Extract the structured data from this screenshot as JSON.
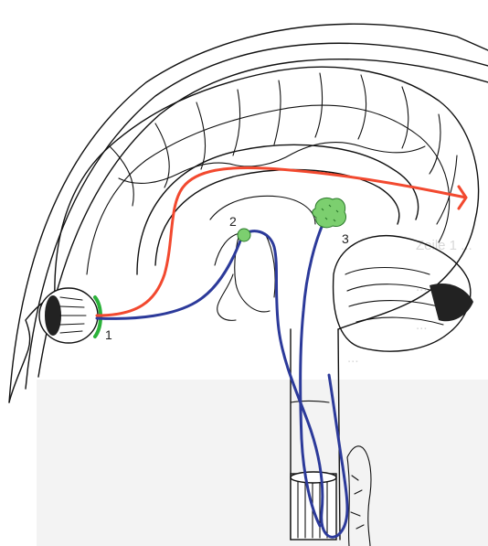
{
  "labels": {
    "one": "1",
    "two": "2",
    "three": "3"
  },
  "background_text": [
    "Zeile 1 ...",
    "...",
    "...",
    "..."
  ],
  "colors": {
    "red_pathway": "#f2492f",
    "blue_pathway": "#2c3a9a",
    "green_marker": "#2bb23a",
    "green_nucleus": "#7ccf6f",
    "outline": "#111111"
  },
  "icons": {
    "eye": "eye-icon",
    "node_2": "circle-node-icon",
    "node_3": "cluster-node-icon"
  }
}
